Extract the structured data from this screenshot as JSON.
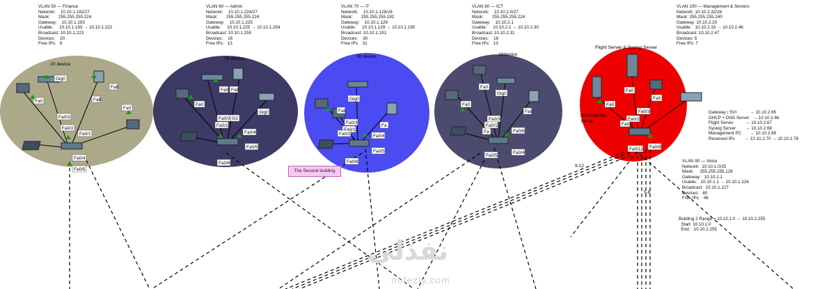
{
  "vlans": [
    {
      "id": "finance",
      "lines": [
        "VLAN 50 — Finance",
        "Network:    10.10.1.192/27",
        "Mask:       255.255.255.224",
        "Gateway:    10.10.1.193",
        "Usable:     10.10.1.193 → 10.10.1.222",
        "Broadcast: 10.10.1.223",
        "Devices:    20",
        "Free IPs:   9"
      ],
      "area_label": "20 device"
    },
    {
      "id": "admin",
      "lines": [
        "VLAN 60 — Admin",
        "Network:    10.10.1.224/27",
        "Mask:       255.255.255.224",
        "Gateway:    10.10.1.225",
        "Usable:     10.10.1.225 → 10.10.1.254",
        "Broadcast: 10.10.1.255",
        "Devices:    16",
        "Free IPs:   13"
      ],
      "area_label": "16 device"
    },
    {
      "id": "it",
      "lines": [
        "VLAN 70 — IT",
        "Network:    10.10.1.128/26",
        "Mask:       255.255.255.192",
        "Gateway:    10.10.1.129",
        "Usable:     10.10.1.129 → 10.10.1.190",
        "Broadcast: 10.10.1.191",
        "Devices:    30",
        "Free IPs:   31"
      ],
      "area_label": "30 device"
    },
    {
      "id": "ict",
      "lines": [
        "VLAN 80 — ICT",
        "Network:    10.10.2.0/27",
        "Mask:       255.255.255.224",
        "Gateway:    10.10.2.1",
        "Usable:     10.10.2.1 → 10.10.2.30",
        "Broadcast: 10.10.2.31",
        "Devices:    16",
        "Free IPs:   13"
      ],
      "area_label": "16device"
    },
    {
      "id": "mgmt",
      "lines": [
        "VLAN 100 — Management & Servers",
        "Network: 10.10.2.32/28",
        "Mask: 255.255.255.240",
        "Gateway: 10.10.2.33",
        "Usable:   10.10.2.33 → 10.10.2.46",
        "Broadcast: 10.10.2.47",
        "Devices: 6",
        "Free IPs: 7"
      ],
      "area_label": "Flight Server & Syslog Server"
    }
  ],
  "voice": {
    "lines": [
      "VLAN 90 — Voice",
      "Network:  10.10.1.0/25",
      "Mask:     255.255.255.128",
      "Gateway:   10.10.1.1",
      "Usable:   10.10.1.1 → 10.10.1.126",
      "Broadcast:  10.10.1.127",
      "Devices:   80",
      "Free IPs:   46"
    ]
  },
  "gateway_info": {
    "lines": [
      "Gateway / SVI           → 10.10.2.65",
      "DHCP + DNS Server   → 10.10.2.66",
      "Flight Server          → 10.10.2.67",
      "Syslog Server        → 10.10.2.68",
      "Management PC       → 10.10.2.69",
      "Reserved IPs        → 10.10.2.70 → 10.10.2.78"
    ]
  },
  "range": {
    "lines": [
      "Building 2 Range = 10.10.1.0 → 10.10.2.255",
      "  Start: 10.10.1.0",
      "  End:   10.10.2.255"
    ]
  },
  "second_building": "The Second building",
  "dhcp_label": "DHCP&DNS\nServer",
  "watermark": {
    "arabic": "نفذلي",
    "latin": "nofezly.com"
  },
  "link_labels": {
    "l1": "9-12",
    "l2": "5-8"
  },
  "port_labels": {
    "finance": [
      "Gig0",
      "Fa8",
      "Fa0",
      "Fa0",
      "Fa0/3",
      "Fa0/2",
      "Fa0/1",
      "Fa0/4",
      "Fa0/5"
    ],
    "admin": [
      "Fa0",
      "Fa8",
      "Fa0",
      "Fa0",
      "Fa0/3",
      "0/2",
      "Fa0/1",
      "Gig0",
      "Fa0/4",
      "Fa0/5",
      "Fa0/6"
    ],
    "it": [
      "Gig0",
      "Fa8",
      "Fa0",
      "Fa0/3",
      "Fa0/1",
      "Fa0/2",
      "Fa",
      "Fa0/4",
      "Fa0/5",
      "Fa0/6"
    ],
    "ict": [
      "Fa0",
      "Gig0",
      "Fa0",
      "Fa8",
      "Fa0/3",
      "Fa0/1",
      "Fa",
      "Fa0/6",
      "Fa0/5",
      "Fa0/4"
    ],
    "mgmt": [
      "Fa0",
      "Fa0",
      "Fa0",
      "Fa0/3",
      "Fa0/2",
      "Fa0/1",
      "Fa0/12",
      "Fa0/8"
    ]
  },
  "colors": {
    "finance": "#aca98a",
    "admin": "#3d3a66",
    "it": "#4b4bf2",
    "ict": "#4c4a6e",
    "mgmt": "#ee0000"
  }
}
